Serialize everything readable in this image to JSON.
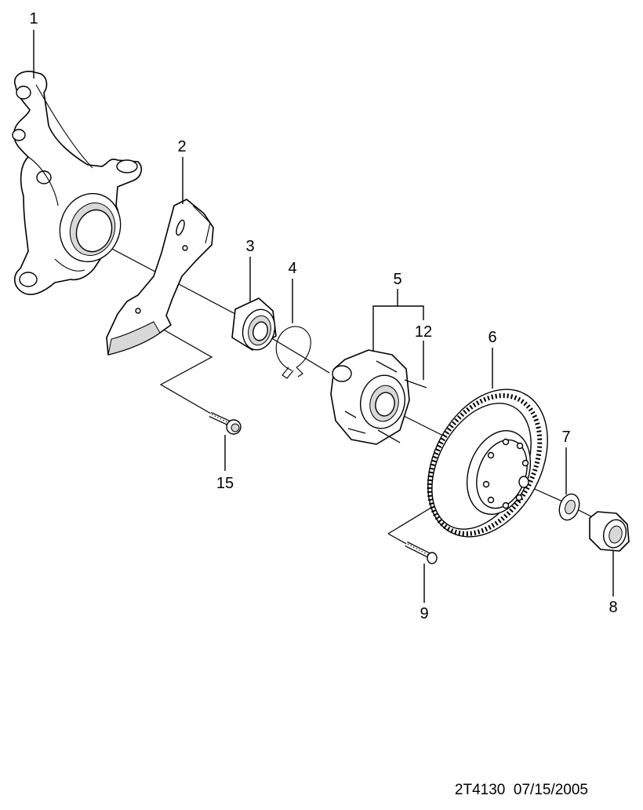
{
  "diagram": {
    "parts": [
      {
        "id": "p1",
        "label": "1",
        "name": "steering-knuckle"
      },
      {
        "id": "p2",
        "label": "2",
        "name": "brake-dust-shield"
      },
      {
        "id": "p3",
        "label": "3",
        "name": "wheel-bearing"
      },
      {
        "id": "p4",
        "label": "4",
        "name": "snap-ring"
      },
      {
        "id": "p5",
        "label": "5",
        "name": "wheel-hub"
      },
      {
        "id": "p6",
        "label": "6",
        "name": "brake-disc"
      },
      {
        "id": "p7",
        "label": "7",
        "name": "washer"
      },
      {
        "id": "p8",
        "label": "8",
        "name": "hub-nut"
      },
      {
        "id": "p9",
        "label": "9",
        "name": "disc-screw"
      },
      {
        "id": "p12",
        "label": "12",
        "name": "wheel-stud"
      },
      {
        "id": "p15",
        "label": "15",
        "name": "shield-bolt"
      }
    ],
    "footer": "2T4130  07/15/2005"
  }
}
